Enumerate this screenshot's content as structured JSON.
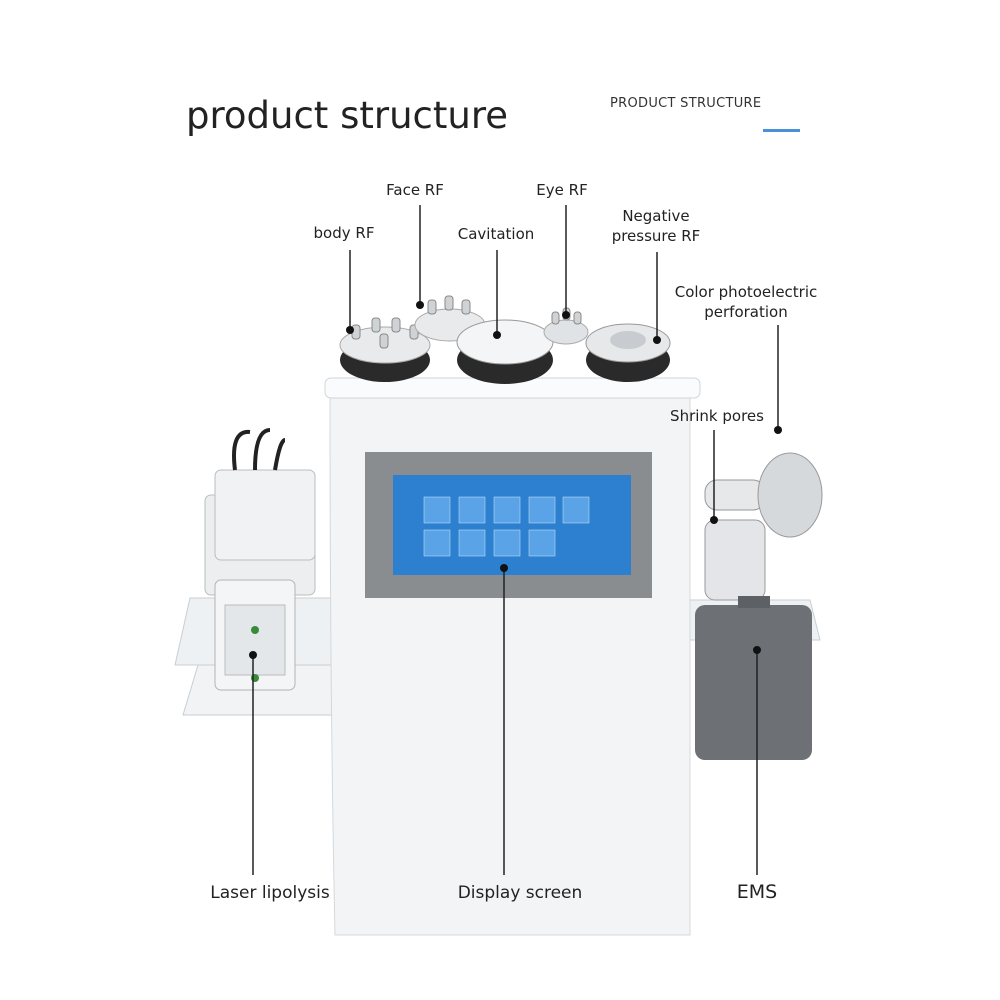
{
  "header": {
    "title": "product structure",
    "subtitle": "PRODUCT STRUCTURE",
    "accent_color": "#4a90d9"
  },
  "labels": {
    "body_rf": "body RF",
    "face_rf": "Face RF",
    "cavitation": "Cavitation",
    "eye_rf": "Eye RF",
    "negative_pressure_rf": [
      "Negative",
      "pressure RF"
    ],
    "color_photoelectric": [
      "Color photoelectric",
      "perforation"
    ],
    "shrink_pores": "Shrink pores",
    "laser_lipolysis": "Laser lipolysis",
    "display_screen": "Display screen",
    "ems": "EMS"
  }
}
